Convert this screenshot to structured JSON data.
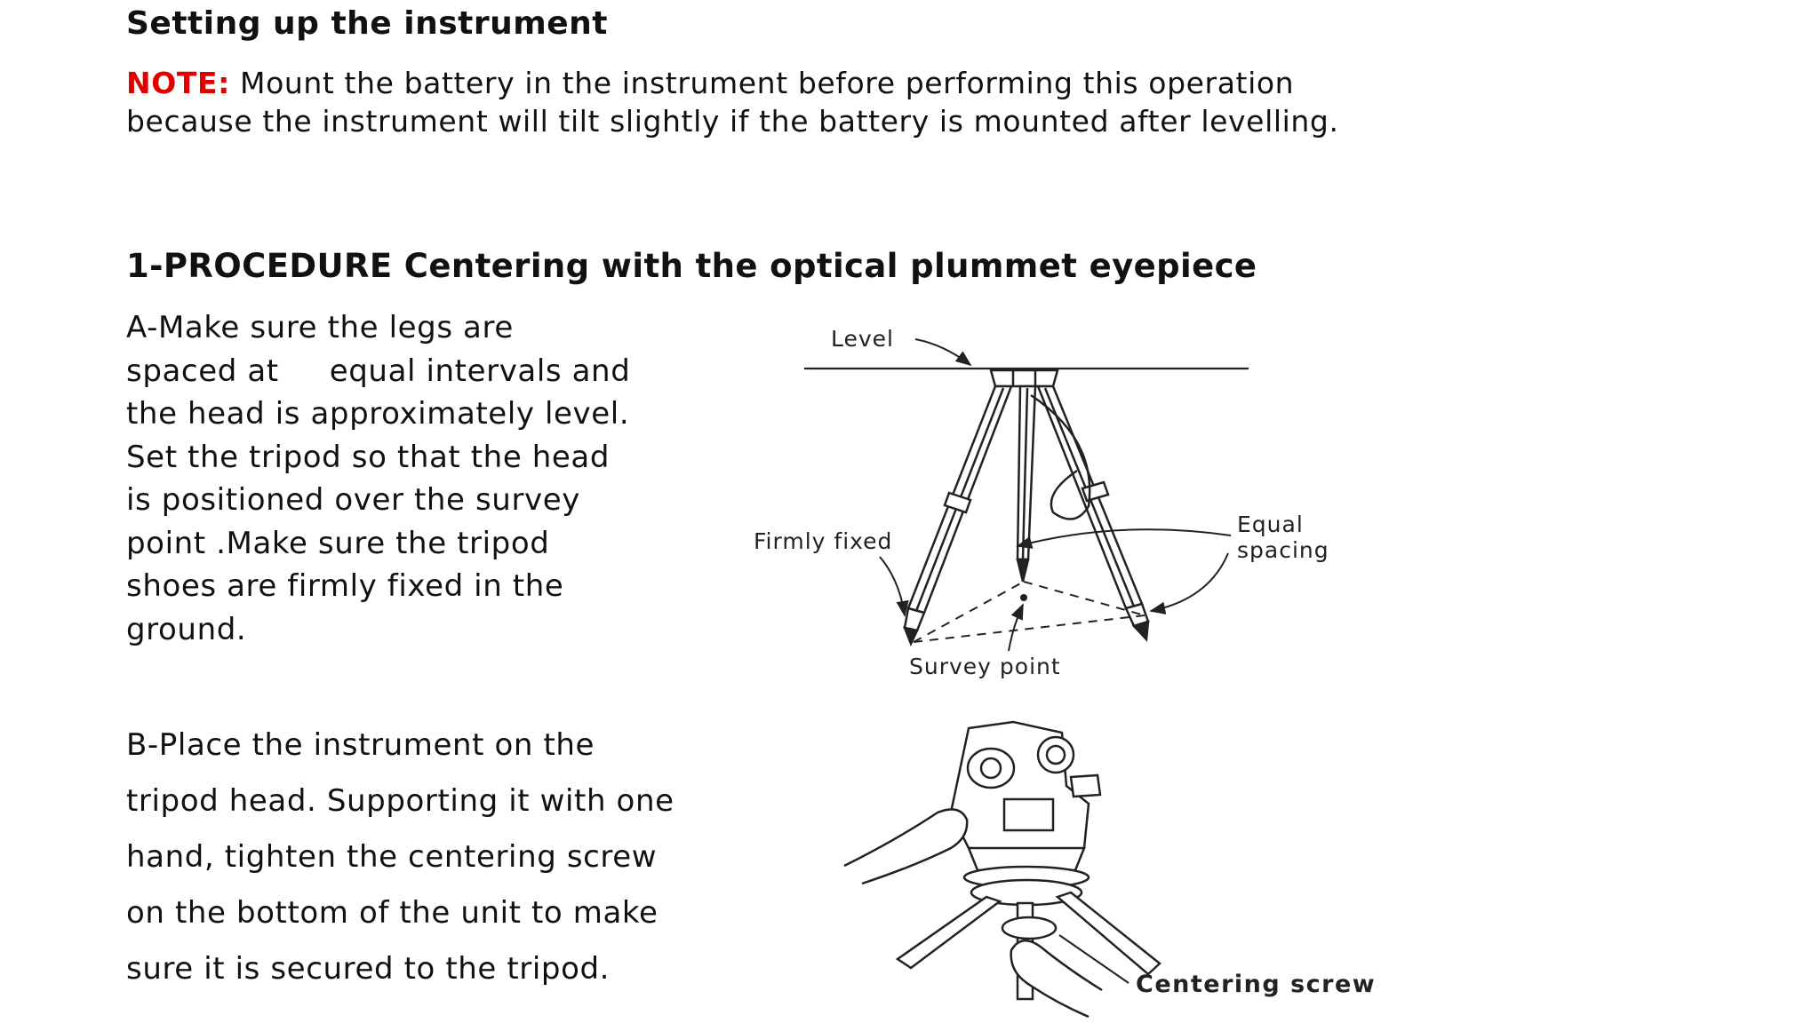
{
  "document": {
    "title": "Setting up the instrument",
    "note": {
      "label": "NOTE:",
      "text": " Mount the battery in the instrument before performing this operation because the instrument will tilt slightly if the battery is mounted after levelling."
    },
    "procedure_heading": "1-PROCEDURE Centering with the optical plummet eyepiece",
    "step_a_lines": [
      "A-Make sure the legs are",
      "spaced at     equal intervals and",
      "the head is approximately level.",
      "Set the tripod so that the head",
      "is positioned over the survey",
      "point .Make sure the tripod",
      "shoes are firmly fixed in the",
      "ground."
    ],
    "step_b_lines": [
      "B-Place the instrument on the",
      "tripod head. Supporting it with one",
      "hand, tighten the centering screw",
      "on the bottom of the unit to make",
      "sure it is secured to the tripod."
    ]
  },
  "figure_tripod": {
    "labels": {
      "level": "Level",
      "firmly_fixed": "Firmly fixed",
      "equal_spacing_line1": "Equal",
      "equal_spacing_line2": "spacing",
      "survey_point": "Survey point"
    }
  },
  "figure_instrument": {
    "labels": {
      "centering_screw": "Centering screw"
    }
  }
}
